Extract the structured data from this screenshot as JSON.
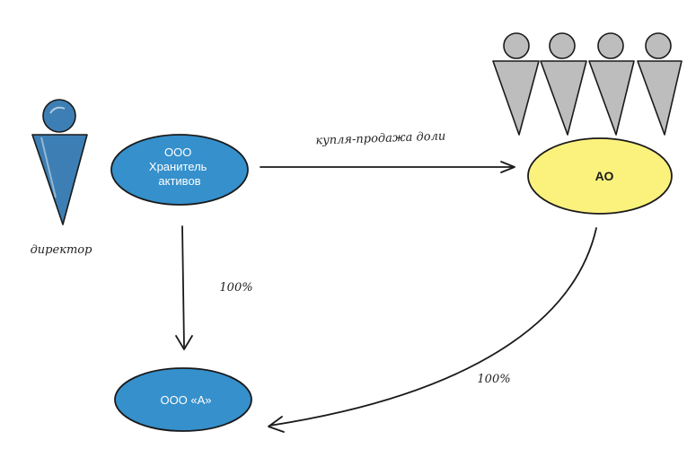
{
  "colors": {
    "node_blue": "#3590cc",
    "node_yellow": "#fbf27e",
    "director_figure": "#3d7fb4",
    "shareholder_figure": "#bdbdbd",
    "outline": "#1a1a1a"
  },
  "people": {
    "director": {
      "label": "директор",
      "icon": "person-icon"
    },
    "shareholders": {
      "icon": "person-icon",
      "count": 4
    }
  },
  "nodes": {
    "holder": {
      "lines": [
        "ООО",
        "Хранитель",
        "активов"
      ]
    },
    "ao": {
      "label": "АО"
    },
    "ooo_a": {
      "label": "ООО «А»"
    }
  },
  "edges": {
    "holder_to_ao": {
      "label": "купля-продажа доли"
    },
    "holder_to_ooo_a": {
      "label": "100%"
    },
    "ao_to_ooo_a": {
      "label": "100%"
    }
  }
}
